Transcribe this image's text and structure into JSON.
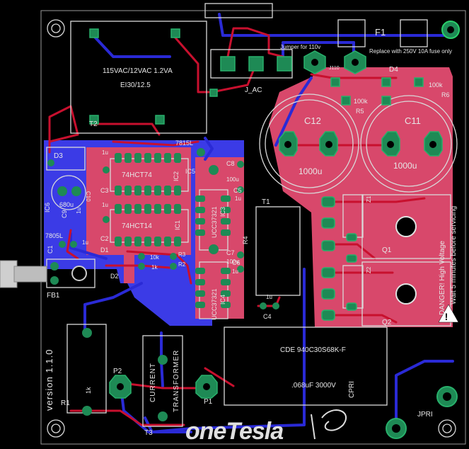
{
  "board": {
    "labels": {
      "t2_rating": "115VAC/12VAC 1.2VA",
      "t2_core": "EI30/12.5",
      "t2": "T2",
      "j_ac": "J_AC",
      "jumper": "Jumper for 110v",
      "j110": "J110",
      "f1": "F1",
      "fuse_note": "Replace with 250V 10A fuse only",
      "d4": "D4",
      "r5_val": "100k",
      "r5": "R5",
      "r6_val": "100k",
      "r6": "R6",
      "c12": "C12",
      "c11": "C11",
      "c12_val": "1000u",
      "c11_val": "1000u",
      "d3": "D3",
      "c10": "C10",
      "c10_val": "680u",
      "ic6": "IC6",
      "c9": "C9",
      "c3": "C3",
      "c2": "C2",
      "c1": "C1",
      "cap_1u_a": "1u",
      "cap_1u_b": "1u",
      "cap_1u_c": "1u",
      "cap_1u_d": "1u",
      "ic_74hct74": "74HCT74",
      "ic_74hct14": "74HCT14",
      "ic2": "IC2",
      "ic1": "IC1",
      "reg_7815": "7815L",
      "reg_7805": "7805L",
      "ic5": "IC5",
      "c8": "C8",
      "c8_val": "100u",
      "c5": "C5",
      "c7": "C7",
      "c7_val": "100u",
      "c6": "C6",
      "ic3": "IC3",
      "ic4": "IC4",
      "ucc_a": "UCC37321",
      "ucc_b": "UCC37321",
      "r4": "R4",
      "t1": "T1",
      "c4": "C4",
      "c4_val": "1u",
      "c6_val": "1u",
      "c5_val": "1u",
      "d1": "D1",
      "d2": "D2",
      "r3": "R3",
      "r2": "R2",
      "r3_val": "10k",
      "r2_val": "1k",
      "fb1": "FB1",
      "z1": "Z1",
      "z2": "Z2",
      "q1": "Q1",
      "q2": "Q2",
      "danger": "DANGER! High Voltage",
      "wait": "Wait 5 minutes before servicing",
      "version": "version 1.1.0",
      "r1": "R1",
      "r1_val": "1k",
      "p2": "P2",
      "p1": "P1",
      "current": "CURRENT",
      "transformer": "TRANSFORMER",
      "t3": "T3",
      "cde": "CDE 940C30S68K-F",
      "cde_val": ".068uF 3000V",
      "cpri": "CPRI",
      "jpri": "JPRI",
      "logo": "oneTesla"
    },
    "colors": {
      "board": "#000000",
      "top_copper": "#c8102e",
      "bottom_copper": "#2a2ad6",
      "pour_red": "#d8486b",
      "pour_blue": "#3b3be6",
      "pad": "#1e8a55",
      "silkscreen": "#d9d9d9"
    }
  }
}
